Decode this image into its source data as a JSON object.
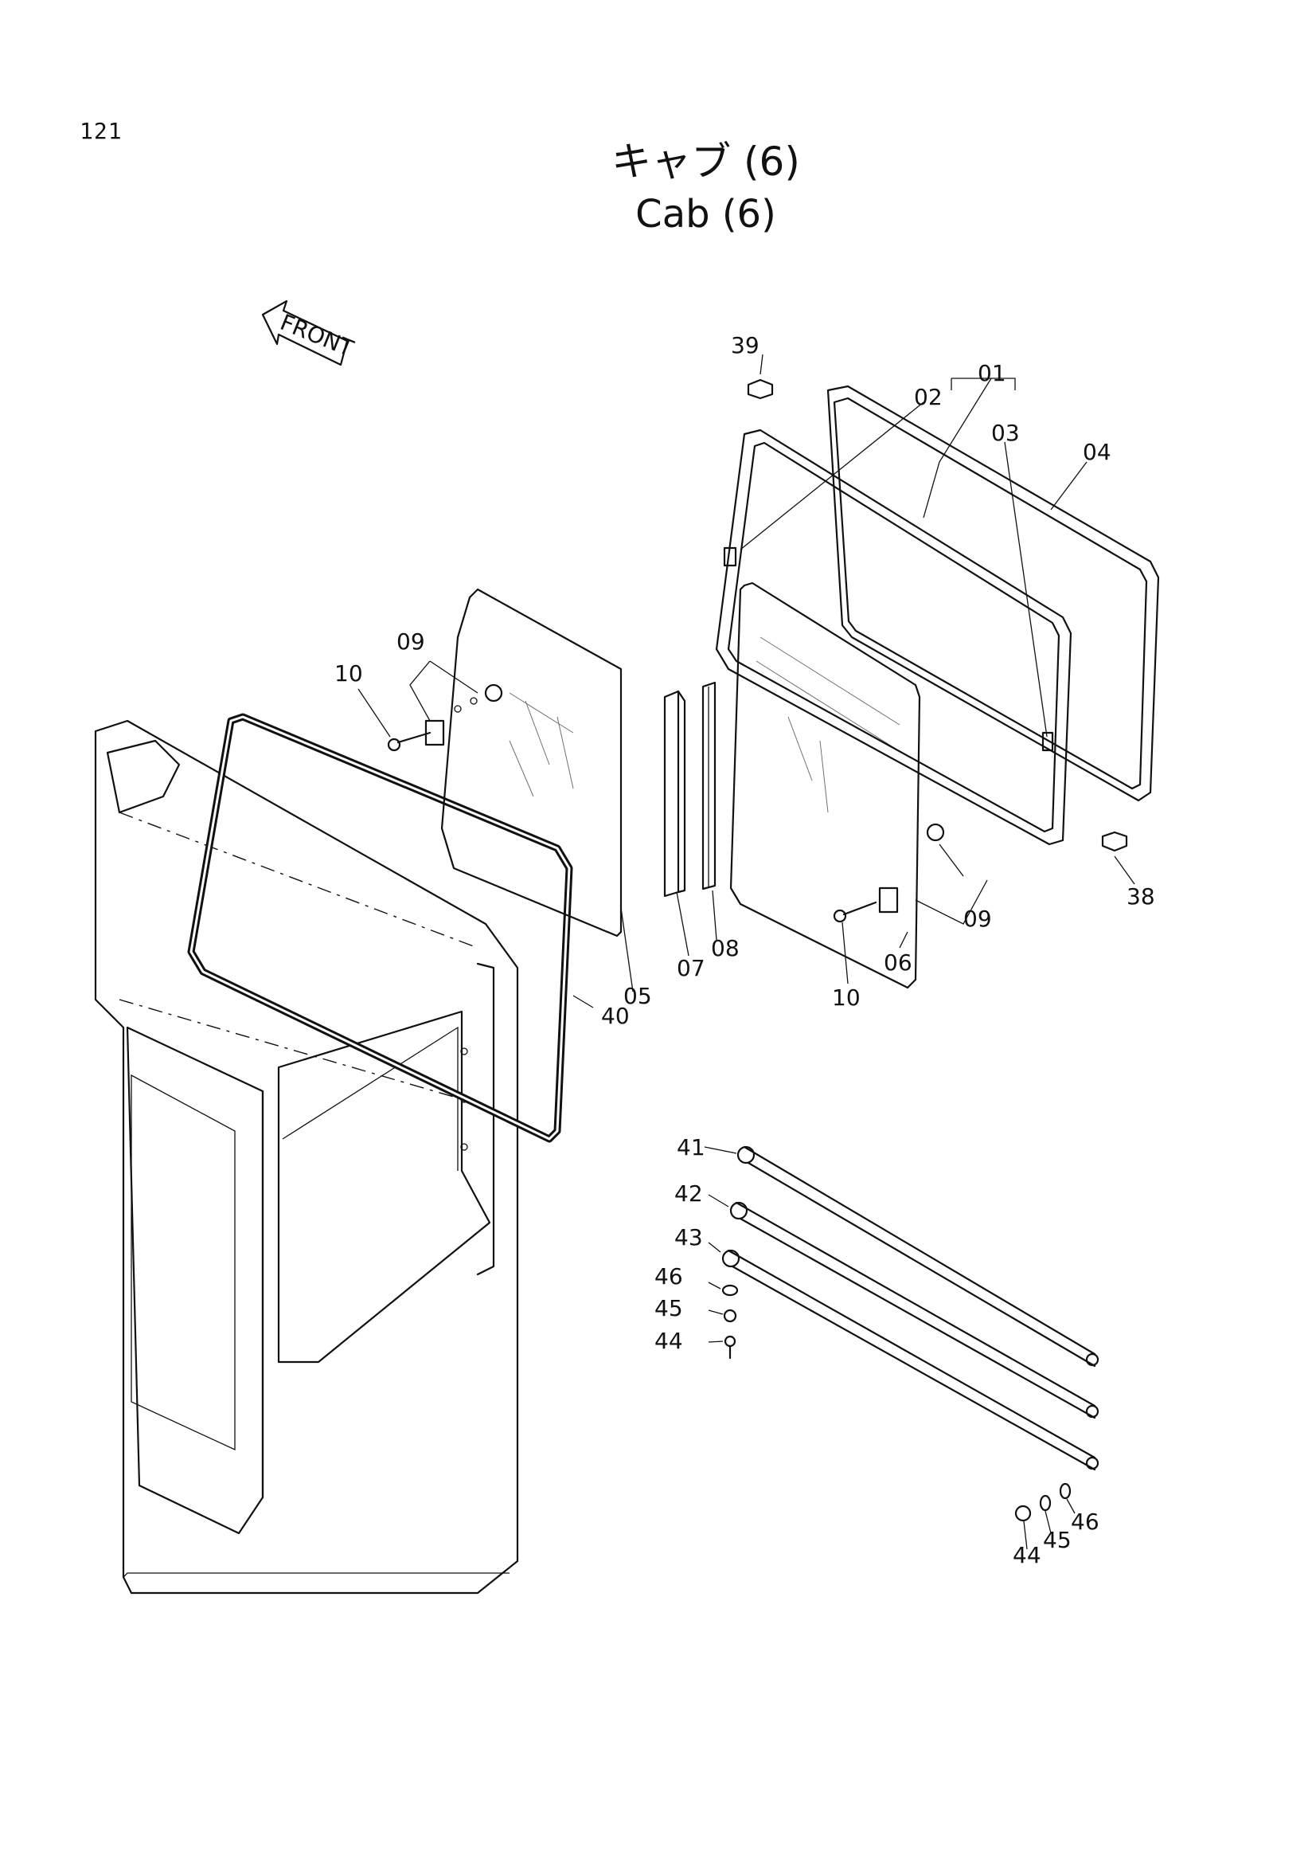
{
  "page_number": "121",
  "title_jp": "キャブ (6)",
  "title_en": "Cab (6)",
  "front_label": "FRONT",
  "callouts": [
    "39",
    "01",
    "02",
    "03",
    "04",
    "09",
    "10",
    "05",
    "07",
    "08",
    "06",
    "09",
    "10",
    "38",
    "40",
    "41",
    "42",
    "43",
    "46",
    "45",
    "44",
    "46",
    "45",
    "44"
  ]
}
